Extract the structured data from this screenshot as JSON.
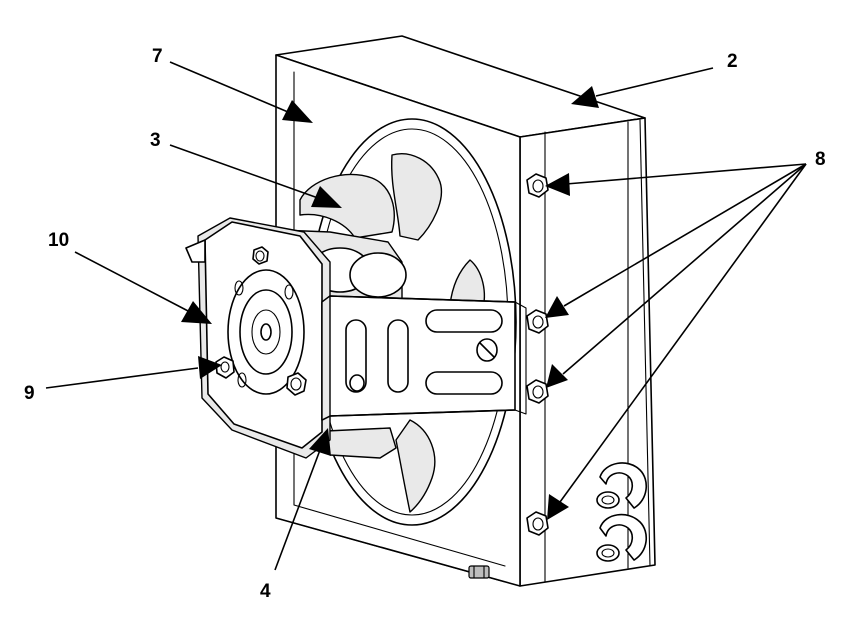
{
  "callouts": [
    {
      "id": "c7",
      "label": "7"
    },
    {
      "id": "c2",
      "label": "2"
    },
    {
      "id": "c3",
      "label": "3"
    },
    {
      "id": "c8",
      "label": "8"
    },
    {
      "id": "c10",
      "label": "10"
    },
    {
      "id": "c9",
      "label": "9"
    },
    {
      "id": "c4",
      "label": "4"
    }
  ]
}
